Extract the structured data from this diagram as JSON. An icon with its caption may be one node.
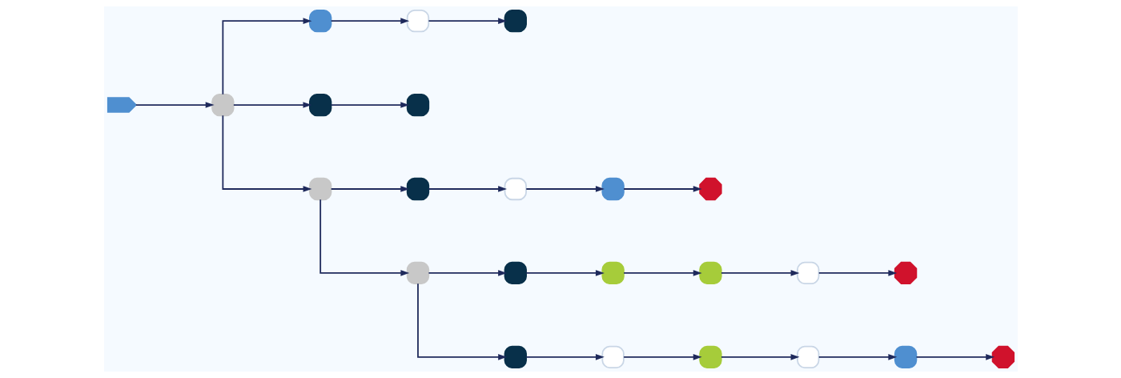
{
  "diagram": {
    "nodes": [
      {
        "text": [],
        "shape": "pentagon"
      },
      {
        "text": [],
        "shape": "box"
      },
      {
        "text": [],
        "shape": "box"
      },
      {
        "text": [],
        "shape": "box"
      },
      {
        "text": [],
        "shape": "box"
      },
      {
        "text": [],
        "shape": "box"
      },
      {
        "text": [],
        "shape": "box"
      },
      {
        "text": [],
        "shape": "box"
      },
      {
        "text": [],
        "shape": "box"
      },
      {
        "text": [],
        "shape": "box"
      },
      {
        "text": [],
        "shape": "box"
      },
      {
        "text": [],
        "shape": "octagon"
      },
      {
        "text": [],
        "shape": "box"
      },
      {
        "text": [],
        "shape": "box"
      },
      {
        "text": [],
        "shape": "box"
      },
      {
        "text": [],
        "shape": "box"
      },
      {
        "text": [],
        "shape": "box"
      },
      {
        "text": [],
        "shape": "octagon"
      },
      {
        "text": [],
        "shape": "box"
      },
      {
        "text": [],
        "shape": "box"
      },
      {
        "text": [],
        "shape": "box"
      },
      {
        "text": [],
        "shape": "box"
      },
      {
        "text": [],
        "shape": "box"
      },
      {
        "text": [],
        "shape": "octagon"
      }
    ],
    "edges": [
      {
        "from": 0,
        "to": 1,
        "arrow": "to"
      },
      {
        "from": 1,
        "to": 2,
        "arrow": "to"
      },
      {
        "from": 1,
        "to": 5,
        "arrow": "to"
      },
      {
        "from": 1,
        "to": 7,
        "arrow": "to"
      },
      {
        "from": 2,
        "to": 3,
        "arrow": "to"
      },
      {
        "from": 3,
        "to": 4,
        "arrow": "to"
      },
      {
        "from": 5,
        "to": 6,
        "arrow": "to"
      },
      {
        "from": 7,
        "to": 8,
        "arrow": "to"
      },
      {
        "from": 7,
        "to": 12,
        "arrow": "to"
      },
      {
        "from": 8,
        "to": 9,
        "arrow": "to"
      },
      {
        "from": 9,
        "to": 10,
        "arrow": "to"
      },
      {
        "from": 10,
        "to": 11,
        "arrow": "to"
      },
      {
        "from": 12,
        "to": 13,
        "arrow": "to"
      },
      {
        "from": 12,
        "to": 18,
        "arrow": "to"
      },
      {
        "from": 13,
        "to": 14,
        "arrow": "to"
      },
      {
        "from": 14,
        "to": 15,
        "arrow": "to"
      },
      {
        "from": 15,
        "to": 16,
        "arrow": "to"
      },
      {
        "from": 16,
        "to": 17,
        "arrow": "to"
      },
      {
        "from": 18,
        "to": 19,
        "arrow": "to"
      },
      {
        "from": 19,
        "to": 20,
        "arrow": "to"
      },
      {
        "from": 20,
        "to": 21,
        "arrow": "to"
      },
      {
        "from": 21,
        "to": 22,
        "arrow": "to"
      },
      {
        "from": 22,
        "to": 23,
        "arrow": "to"
      }
    ]
  }
}
